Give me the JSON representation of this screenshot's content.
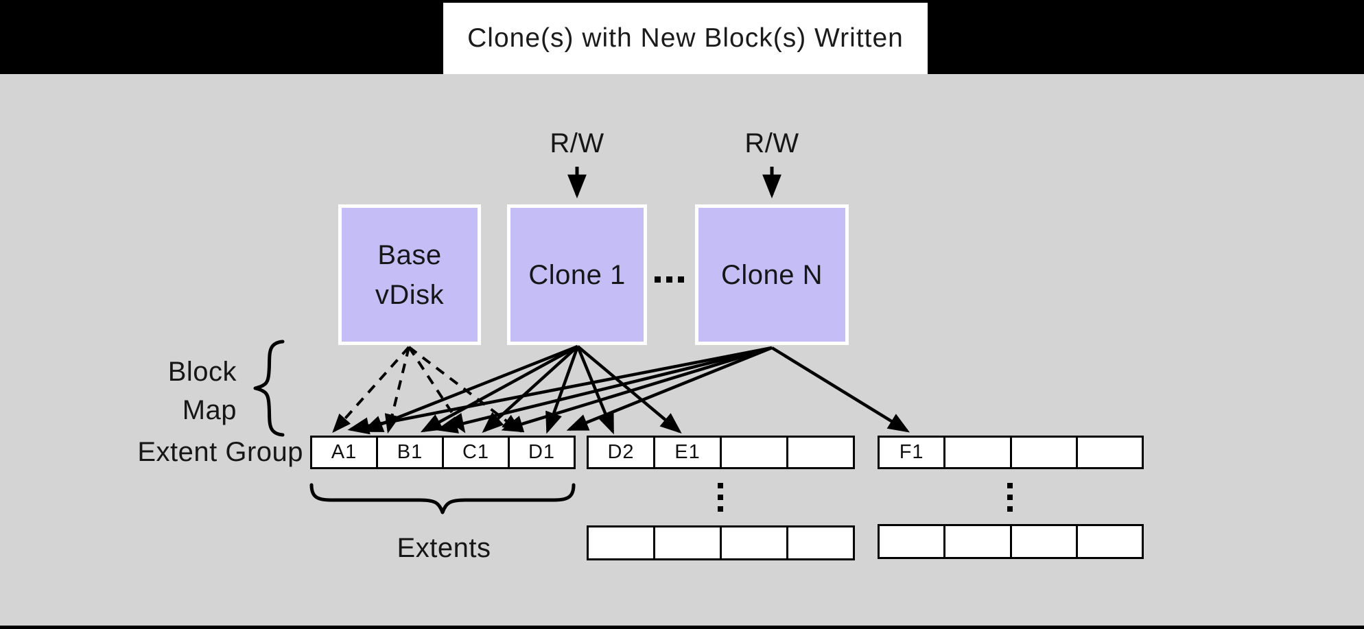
{
  "title": "Clone(s) with New Block(s) Written",
  "rw": [
    "R/W",
    "R/W"
  ],
  "clones_ellipsis": "...",
  "boxes": {
    "base": {
      "line1": "Base",
      "line2": "vDisk"
    },
    "clone1": "Clone 1",
    "cloneN": "Clone N"
  },
  "labels": {
    "block_map_line1": "Block",
    "block_map_line2": "Map",
    "extent_group": "Extent Group",
    "extents": "Extents"
  },
  "groups": [
    {
      "name": "extent-group-1",
      "cells": [
        "A1",
        "B1",
        "C1",
        "D1"
      ]
    },
    {
      "name": "extent-group-2",
      "cells": [
        "D2",
        "E1",
        "",
        ""
      ]
    },
    {
      "name": "extent-group-3",
      "cells": [
        "F1",
        "",
        "",
        ""
      ]
    }
  ],
  "secondary_rows": [
    {
      "cells": [
        "",
        "",
        "",
        ""
      ]
    },
    {
      "cells": [
        "",
        "",
        "",
        ""
      ]
    }
  ],
  "arrows": {
    "base_vdisk_dashed_to": [
      "A1",
      "B1",
      "C1",
      "D1"
    ],
    "clone1_solid_to": [
      "A1",
      "B1",
      "C1",
      "D1",
      "D2",
      "E1"
    ],
    "cloneN_solid_to": [
      "A1",
      "B1",
      "C1",
      "D1",
      "F1"
    ],
    "rw_arrow_targets": [
      "Clone 1",
      "Clone N"
    ],
    "vertical_ellipsis_under": [
      "extent-group-2",
      "extent-group-3"
    ]
  },
  "colors": {
    "background": "#d4d4d4",
    "bar": "#000000",
    "vdisk_fill": "#c5bdf6",
    "vdisk_border": "#ffffff",
    "title_bg": "#ffffff",
    "ink": "#161616",
    "line": "#000000"
  }
}
